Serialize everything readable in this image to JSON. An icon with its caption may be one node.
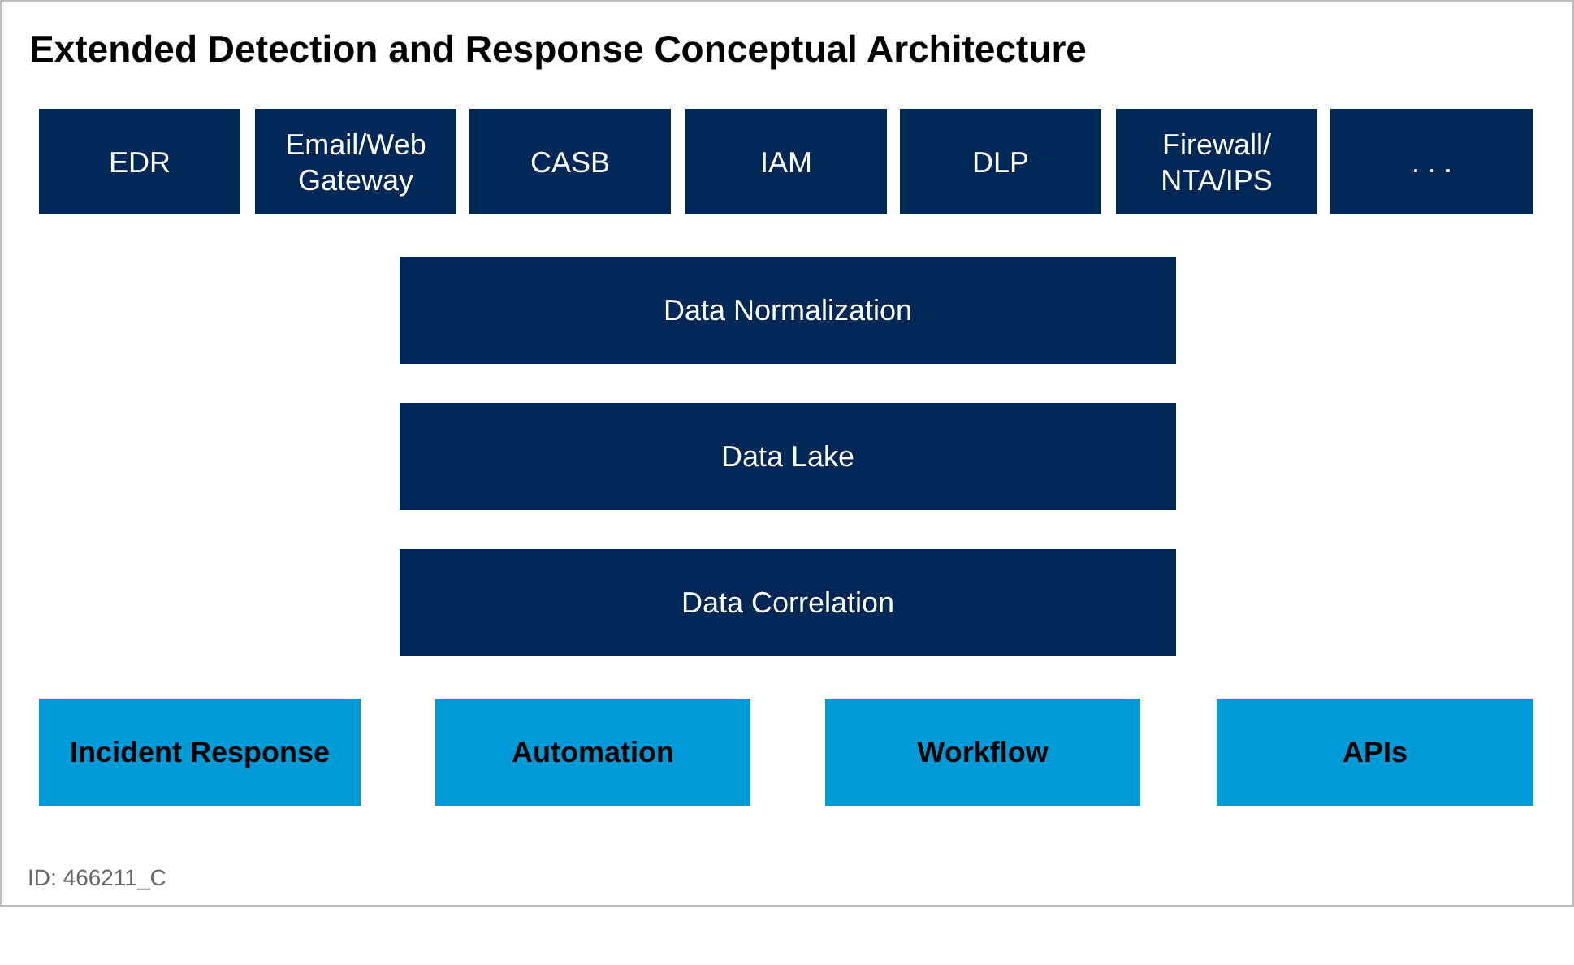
{
  "diagram": {
    "title": "Extended Detection and Response Conceptual Architecture",
    "nodes": [
      {
        "text": [
          "EDR"
        ]
      },
      {
        "text": [
          "Email/Web Gateway"
        ]
      },
      {
        "text": [
          "CASB"
        ]
      },
      {
        "text": [
          "IAM"
        ]
      },
      {
        "text": [
          "DLP"
        ]
      },
      {
        "text": [
          "Firewall/ NTA/IPS"
        ]
      },
      {
        "text": [
          ". . ."
        ]
      },
      {
        "text": [
          "Data Normalization"
        ]
      },
      {
        "text": [
          "Data Lake"
        ]
      },
      {
        "text": [
          "Data Correlation"
        ]
      },
      {
        "text": [
          "Incident Response"
        ]
      },
      {
        "text": [
          "Automation"
        ]
      },
      {
        "text": [
          "Workflow"
        ]
      },
      {
        "text": [
          "APIs"
        ]
      }
    ],
    "labels": [
      "ID: 466211_C"
    ]
  }
}
